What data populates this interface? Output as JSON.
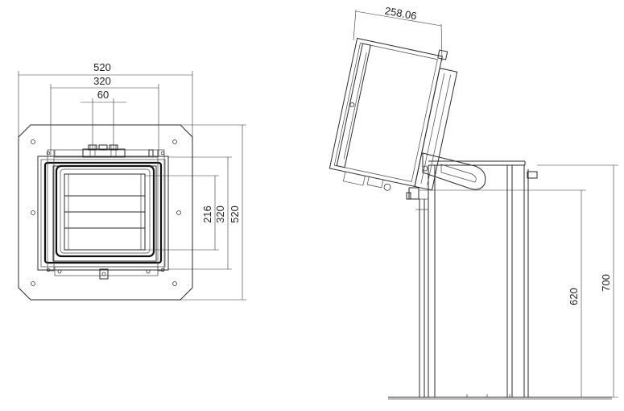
{
  "front_view": {
    "dim_overall_width": "520",
    "dim_inner_width": "320",
    "dim_port_spacing": "60",
    "dim_grille_height": "216",
    "dim_inner_height": "320",
    "dim_overall_height": "520"
  },
  "side_view": {
    "dim_tilt_depth": "258.06",
    "dim_mount_height": "620",
    "dim_total_height": "700"
  }
}
